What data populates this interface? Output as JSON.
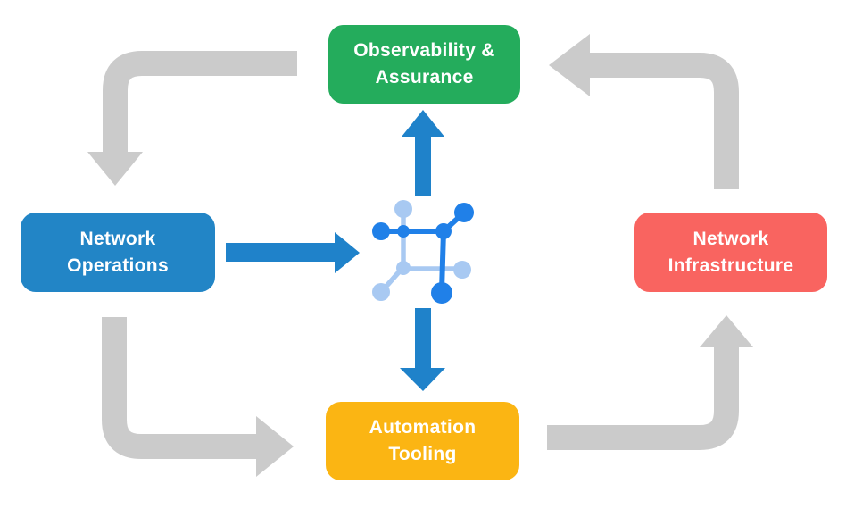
{
  "title": "Network automation cycle diagram",
  "colors": {
    "node_green": "#24AC5C",
    "node_blue": "#2285C6",
    "node_red": "#F96460",
    "node_yellow": "#FBB513",
    "arrow_gray": "#CBCBCB",
    "arrow_blue": "#1F82CA",
    "icon_dark_blue": "#2080E8",
    "icon_light_blue": "#A8C9F2",
    "label_text": "#FFFFFF",
    "background": "#FFFFFF"
  },
  "nodes": {
    "observability": {
      "line1": "Observability &",
      "line2": "Assurance"
    },
    "operations": {
      "line1": "Network",
      "line2": "Operations"
    },
    "infrastructure": {
      "line1": "Network",
      "line2": "Infrastructure"
    },
    "automation": {
      "line1": "Automation",
      "line2": "Tooling"
    }
  },
  "center_icon": {
    "name": "network-mesh-icon"
  },
  "flow": {
    "cycle_arrows": [
      "observability-to-operations",
      "operations-to-automation",
      "automation-to-infrastructure",
      "infrastructure-to-observability"
    ],
    "hub_arrows": [
      "operations-to-hub",
      "hub-to-observability",
      "hub-to-automation"
    ]
  }
}
